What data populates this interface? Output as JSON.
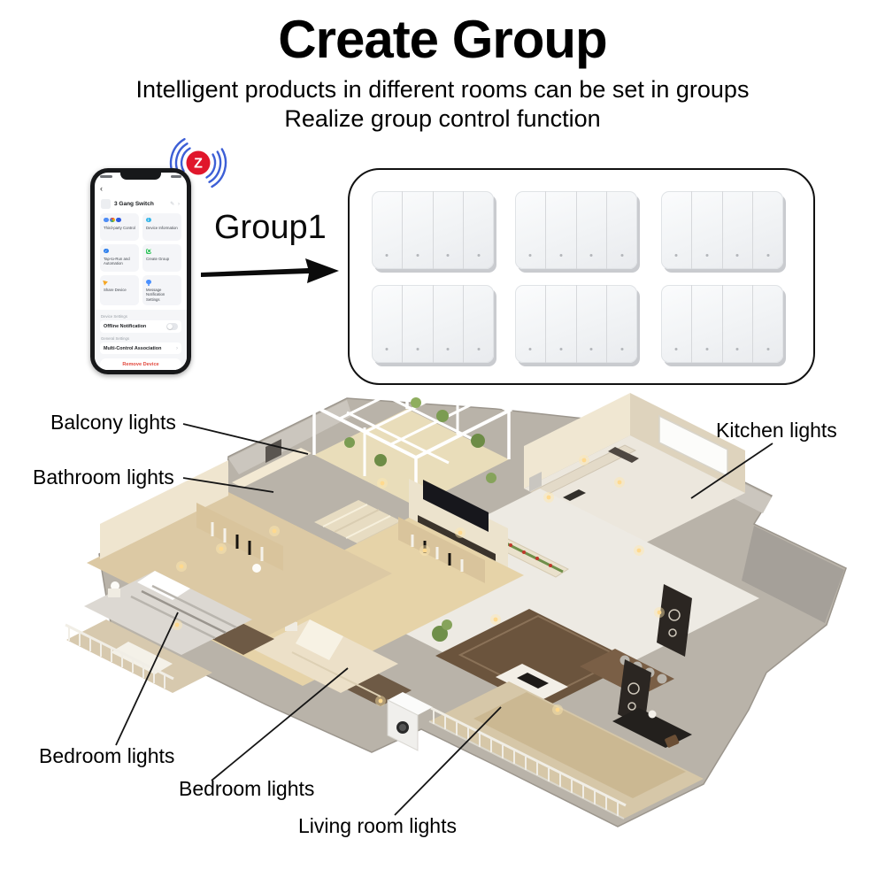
{
  "header": {
    "title": "Create Group",
    "subtitle_line1": "Intelligent products in different rooms can be set in groups",
    "subtitle_line2": "Realize group control function"
  },
  "connectivity": {
    "symbol": "Z",
    "badge_color": "#e0162b",
    "signal_color": "#3d5fd6"
  },
  "phone": {
    "back_icon": "‹",
    "device_name": "3 Gang Switch",
    "edit_icon": "✎",
    "chevron_icon": "›",
    "cards": [
      {
        "label": "Third-party Control"
      },
      {
        "label": "Device Information"
      },
      {
        "label": "Tap-to-Run and Automation"
      },
      {
        "label": "Create Group"
      },
      {
        "label": "Share Device"
      },
      {
        "label": "Message Notification Settings"
      }
    ],
    "sections": {
      "device_settings": "Device Settings",
      "general_settings": "General Settings"
    },
    "rows": {
      "offline_notification": "Offline Notification",
      "multi_control": "Multi-Control Association"
    },
    "remove_button": "Remove Device",
    "info_glyph": "i",
    "check_glyph": "✓"
  },
  "group": {
    "label": "Group1"
  },
  "switch_panel": {
    "rows": 2,
    "columns": 3,
    "count": 6,
    "gangs_per_switch": 4
  },
  "floorplan": {
    "labels": [
      {
        "id": "balcony",
        "text": "Balcony lights"
      },
      {
        "id": "bathroom",
        "text": "Bathroom lights"
      },
      {
        "id": "kitchen",
        "text": "Kitchen lights"
      },
      {
        "id": "bedroom-1",
        "text": "Bedroom lights"
      },
      {
        "id": "bedroom-2",
        "text": "Bedroom lights"
      },
      {
        "id": "living-room",
        "text": "Living room lights"
      }
    ]
  }
}
